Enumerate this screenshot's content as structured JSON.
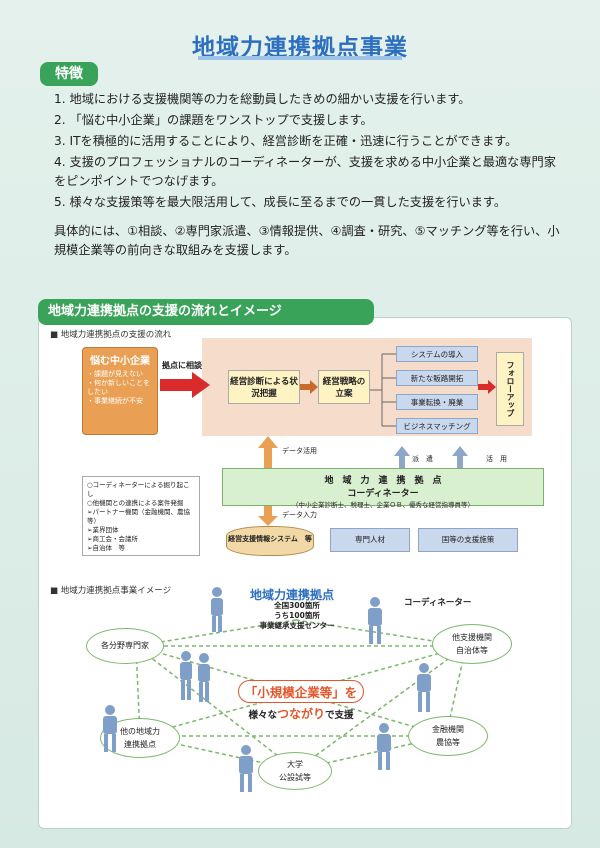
{
  "title": "地域力連携拠点事業",
  "features_heading": "特徴",
  "features": [
    "1. 地域における支援機関等の力を総動員したきめの細かい支援を行います。",
    "2. 「悩む中小企業」の課題をワンストップで支援します。",
    "3. ITを積極的に活用することにより、経営診断を正確・迅速に行うことができます。",
    "4. 支援のプロフェッショナルのコーディネーターが、支援を求める中小企業と最適な専門家をピンポイントでつなげます。",
    "5. 様々な支援策等を最大限活用して、成長に至るまでの一貫した支援を行います。"
  ],
  "features_detail": "具体的には、①相談、②専門家派遣、③情報提供、④調査・研究、⑤マッチング等を行い、小規模企業等の前向きな取組みを支援します。",
  "section2_heading": "地域力連携拠点の支援の流れとイメージ",
  "flow": {
    "label": "■ 地域力連携拠点の支援の流れ",
    "problem_title": "悩む中小企業",
    "problem_items": [
      "・課題が見えない",
      "・何か新しいことをしたい",
      "・事業継続が不安"
    ],
    "consult": "拠点に相談",
    "step1": "経営診断による状況把握",
    "step2": "経営戦略の立案",
    "options": [
      "システムの導入",
      "新たな販路開拓",
      "事業転換・廃業",
      "ビジネスマッチング"
    ],
    "follow": "フォローアップ",
    "data_use": "データ活用",
    "data_input": "データ入力",
    "dispatch": "派　遣",
    "use": "活　用",
    "coord_title": "地　域　力　連　携　拠　点",
    "coord_sub": "コーディネーター",
    "coord_detail": "（中小企業診断士、税理士、企業ＯＢ、優秀な経営指導員等）",
    "olist": [
      "○コーディネーターによる掘り起こし",
      "○他機関との連携による案件発掘",
      "➢パートナー機関（金融機関、農協等）",
      "➢業界団体",
      "➢商工会・会議所",
      "➢自治体　等"
    ],
    "system": "経営支援情報システム　等",
    "experts": "専門人材",
    "national": "国等の支援施策"
  },
  "image": {
    "label": "■ 地域力連携拠点事業イメージ",
    "center_title": "地域力連携拠点",
    "center_sub": "全国300箇所\nうち100箇所\n事業継承支援センター",
    "coordinator": "コーディネーター",
    "nodes": {
      "experts": "各分野専門家",
      "other_support": "他支援機関\n自治体等",
      "other_hubs": "他の地域力\n連携拠点",
      "finance": "金融機関\n農協等",
      "university": "大学\n公設試等"
    },
    "center_main": "「小規模企業等」を",
    "center_main_suffix": "を",
    "center_line2_pre": "様々な",
    "center_line2_em": "つながり",
    "center_line2_post": "で支援"
  },
  "colors": {
    "accent_green": "#3aa35a",
    "title_blue": "#2d6fbf",
    "highlight_orange": "#e2572b"
  }
}
